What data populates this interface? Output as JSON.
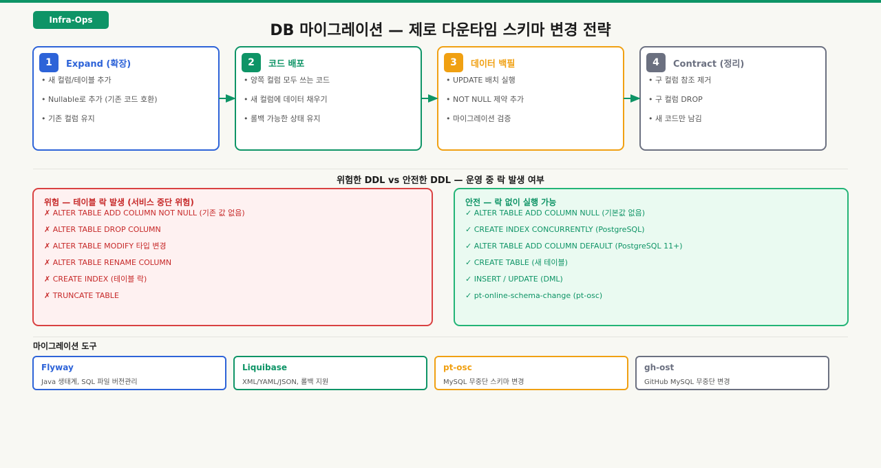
{
  "badge": "Infra-Ops",
  "title": "DB 마이그레이션 — 제로 다운타임 스키마 변경 전략",
  "steps": [
    {
      "num": "1",
      "title": "Expand (확장)",
      "color": "#2d63d8",
      "items": [
        "• 새 컬럼/테이블 추가",
        "• Nullable로 추가 (기존 코드 호환)",
        "• 기존 컬럼 유지"
      ]
    },
    {
      "num": "2",
      "title": "코드 배포",
      "color": "#0e9466",
      "items": [
        "• 양쪽 컬럼 모두 쓰는 코드",
        "• 새 컬럼에 데이터 채우기",
        "• 롤백 가능한 상태 유지"
      ]
    },
    {
      "num": "3",
      "title": "데이터 백필",
      "color": "#f0a012",
      "items": [
        "• UPDATE 배치 실행",
        "• NOT NULL 제약 추가",
        "• 마이그레이션 검증"
      ]
    },
    {
      "num": "4",
      "title": "Contract (정리)",
      "color": "#6b7080",
      "items": [
        "• 구 컬럼 참조 제거",
        "• 구 컬럼 DROP",
        "• 새 코드만 남김"
      ]
    }
  ],
  "arrow_color": "#0e9466",
  "ddl_section_title": "위험한 DDL vs 안전한 DDL — 운영 중 락 발생 여부",
  "danger": {
    "title": "위험 — 테이블 락 발생 (서비스 중단 위험)",
    "items": [
      "✗ ALTER TABLE ADD COLUMN NOT NULL (기존 값 없음)",
      "✗ ALTER TABLE DROP COLUMN",
      "✗ ALTER TABLE MODIFY 타입 변경",
      "✗ ALTER TABLE RENAME COLUMN",
      "✗ CREATE INDEX (테이블 락)",
      "✗ TRUNCATE TABLE"
    ]
  },
  "safe": {
    "title": "안전 — 락 없이 실행 가능",
    "items": [
      "✓ ALTER TABLE ADD COLUMN NULL (기본값 없음)",
      "✓ CREATE INDEX CONCURRENTLY (PostgreSQL)",
      "✓ ALTER TABLE ADD COLUMN DEFAULT (PostgreSQL 11+)",
      "✓ CREATE TABLE (새 테이블)",
      "✓ INSERT / UPDATE (DML)",
      "✓ pt-online-schema-change (pt-osc)"
    ]
  },
  "tools_title": "마이그레이션 도구",
  "tools": [
    {
      "name": "Flyway",
      "desc": "Java 생태계, SQL 파일 버전관리",
      "color": "#2d63d8"
    },
    {
      "name": "Liquibase",
      "desc": "XML/YAML/JSON, 롤백 지원",
      "color": "#0e9466"
    },
    {
      "name": "pt-osc",
      "desc": "MySQL 무중단 스키마 변경",
      "color": "#f0a012"
    },
    {
      "name": "gh-ost",
      "desc": "GitHub MySQL 무중단 변경",
      "color": "#6b7080"
    }
  ]
}
